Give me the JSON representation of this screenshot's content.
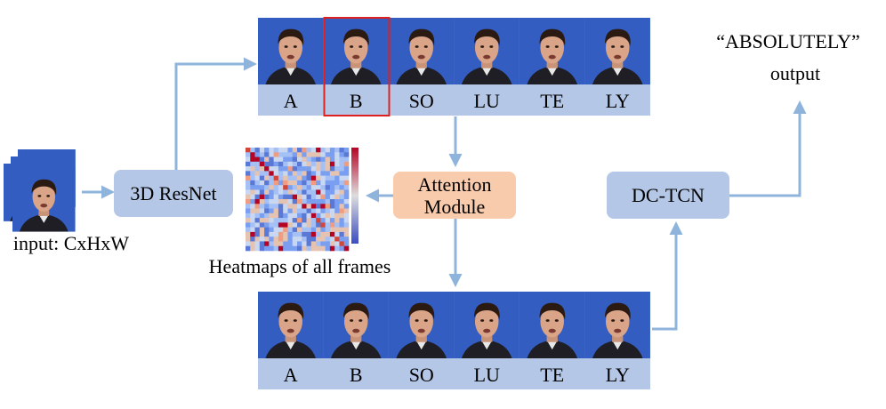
{
  "input_label": "input: CxHxW",
  "resnet_label": "3D ResNet",
  "heatmap_caption": "Heatmaps of all frames",
  "attention_label": {
    "line1": "Attention",
    "line2": "Module"
  },
  "dctcn_label": "DC-TCN",
  "output_word": "“ABSOLUTELY”",
  "output_label": "output",
  "top_strip": {
    "syllables": [
      "A",
      "B",
      "SO",
      "LU",
      "TE",
      "LY"
    ],
    "highlighted_index": 1
  },
  "bottom_strip": {
    "syllables": [
      "A",
      "B",
      "SO",
      "LU",
      "TE",
      "LY"
    ]
  },
  "colors": {
    "arrow": "#8fb4dc",
    "box": "#b4c7e7",
    "attention_box": "#f8cbad",
    "highlight": "#e02020",
    "frame_bg": "#2f56b8",
    "skin": "#d9a487",
    "hair": "#2a1a12",
    "jacket": "#1e1e24"
  }
}
